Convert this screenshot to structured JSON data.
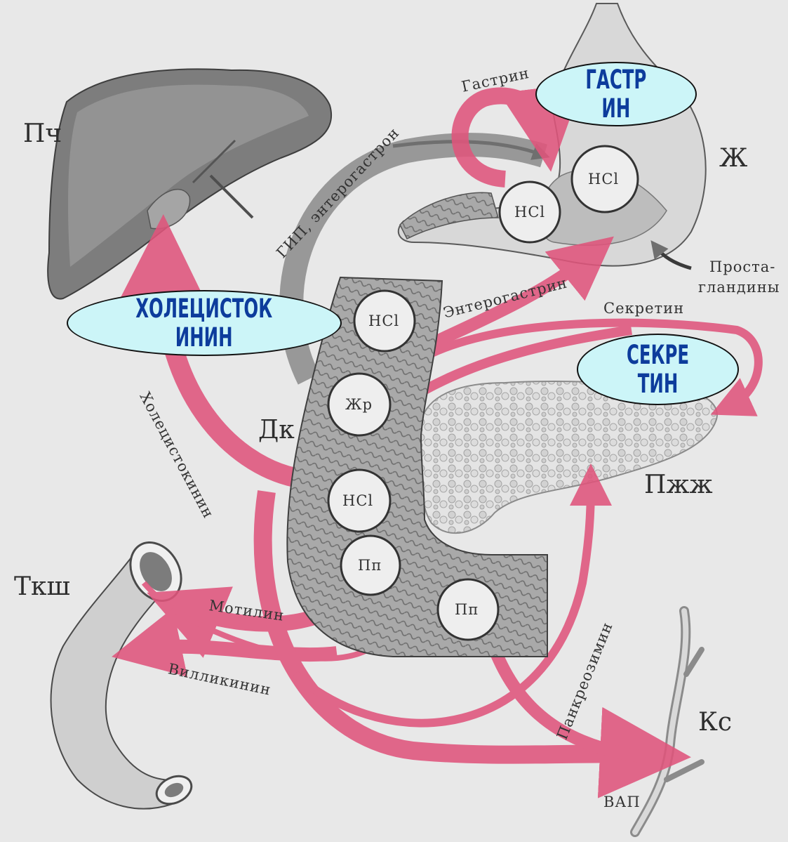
{
  "organs": {
    "liver": "Пч",
    "stomach": "Ж",
    "duodenum": "Дк",
    "pancreas": "Пжж",
    "small_intestine": "Ткш",
    "vessel": "Кс"
  },
  "cells": {
    "stomach_hcl_1": "HCl",
    "stomach_hcl_2": "HCl",
    "duodenum_hcl_1": "HCl",
    "duodenum_fat": "Жр",
    "duodenum_hcl_2": "HCl",
    "duodenum_pp_1": "Пп",
    "duodenum_pp_2": "Пп"
  },
  "hormones": {
    "gastrin": "Гастрин",
    "gip": "ГИП, энтерогастрон",
    "enterogastrin": "Энтерогастрин",
    "secretin": "Секретин",
    "prostaglandins_1": "Проста-",
    "prostaglandins_2": "гландины",
    "cholecystokinin": "Холецистокинин",
    "motilin": "Мотилин",
    "villikinin": "Вилликинин",
    "pancreozymin": "Панкреозимин",
    "vip": "ВАП"
  },
  "callouts": {
    "gastrin": "ГАСТР\nИН",
    "cholecystokinin": "ХОЛЕЦИСТОК\nИНИН",
    "secretin": "СЕКРЕ\nТИН"
  },
  "colors": {
    "page_background": "#e8e8e8",
    "hormone_arrow": "#e0557c",
    "gray_arrow": "#8a8a8a",
    "callout_fill": "#ccf5f8",
    "callout_text": "#0d3c9c"
  }
}
